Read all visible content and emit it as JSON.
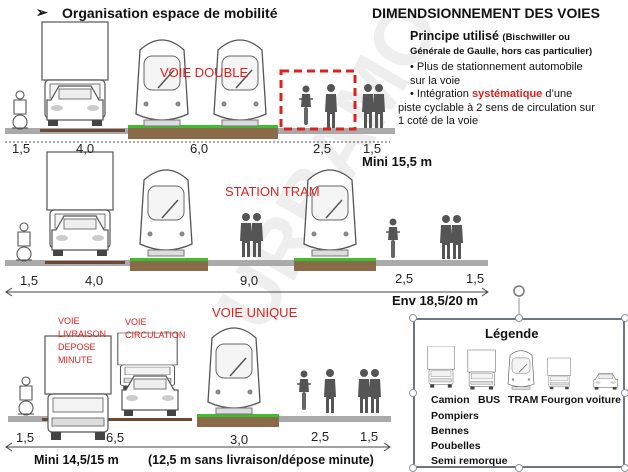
{
  "watermark": "URBAMO",
  "header": {
    "bullet_icon": "arrow-bullet",
    "title": "Organisation espace de mobilité",
    "right_title": "DIMENDSIONNEMENT DES VOIES"
  },
  "principle": {
    "title": "Principe utilisé",
    "title_note": "(Bischwiller ou",
    "title_note2": "Générale de Gaulle, hors cas particulier)",
    "bullet1": "Plus de stationnement automobile",
    "bullet1b": "sur la voie",
    "bullet2_pre": "Intégration ",
    "bullet2_em": "systématique",
    "bullet2_post": "  d’une",
    "bullet2b": "piste cyclable à 2 sens de circulation sur",
    "bullet2c": "1 coté de la voie"
  },
  "section1": {
    "label": "VOIE DOUBLE",
    "dims": [
      "1,5",
      "4,0",
      "6,0",
      "2,5",
      "1,5"
    ],
    "total": "Mini 15,5 m"
  },
  "section2": {
    "label": "STATION TRAM",
    "dims": [
      "1,5",
      "4,0",
      "9,0",
      "2,5",
      "1,5"
    ],
    "total": "Env 18,5/20 m"
  },
  "section3": {
    "label": "VOIE UNIQUE",
    "label_livraison": [
      "VOIE",
      "LIVRAISON",
      "DEPOSE",
      "MINUTE"
    ],
    "label_circulation": [
      "VOIE",
      "CIRCULATION"
    ],
    "dims": [
      "1,5",
      "6,5",
      "3,0",
      "2,5",
      "1,5"
    ],
    "total": "Mini 14,5/15 m",
    "total_note": "(12,5 m sans livraison/dépose minute)"
  },
  "legend": {
    "title": "Légende",
    "items": [
      "Camion",
      "BUS",
      "TRAM",
      "Fourgon",
      "voiture"
    ],
    "camion_types": [
      "Pompiers",
      "Bennes",
      "Poubelles",
      "Semi remorque"
    ]
  },
  "colors": {
    "red": "#e0201c",
    "green": "#3cbf2c",
    "soil": "#8a6a48"
  }
}
